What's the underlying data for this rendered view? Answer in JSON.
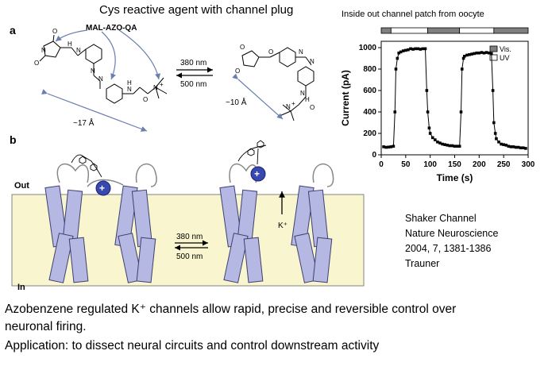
{
  "header": {
    "title": "Cys reactive agent with channel plug",
    "chart_subtitle": "Inside out channel patch from oocyte"
  },
  "panel_a": {
    "label": "a",
    "molecule_name": "MAL-AZO-QA",
    "forward_wavelength": "380 nm",
    "reverse_wavelength": "500 nm",
    "trans_length": "~17 Å",
    "cis_length": "~10 Å"
  },
  "panel_b": {
    "label": "b",
    "out_label": "Out",
    "in_label": "In",
    "forward_wavelength": "380 nm",
    "reverse_wavelength": "500 nm",
    "ion_label": "K⁺",
    "plug_charge": "+"
  },
  "citation": {
    "line1": "Shaker Channel",
    "line2": "Nature Neuroscience",
    "line3": "2004, 7, 1381-1386",
    "line4": "Trauner"
  },
  "caption": {
    "line1": "Azobenzene regulated K⁺ channels allow rapid, precise and reversible control over",
    "line2": "neuronal firing.",
    "line3": "Application: to dissect neural circuits and control downstream activity"
  },
  "colors": {
    "membrane": "#f8f5cf",
    "helix": "#b4b8e2",
    "helix_stroke": "#3d3f6e",
    "arrow_blue": "#6b7fae",
    "plug": "#3848b0"
  },
  "chart_data": {
    "type": "line",
    "xlabel": "Time (s)",
    "ylabel": "Current (pA)",
    "xlim": [
      0,
      300
    ],
    "ylim": [
      0,
      1000
    ],
    "xticks": [
      0,
      50,
      100,
      150,
      200,
      250,
      300
    ],
    "yticks": [
      0,
      200,
      400,
      600,
      800,
      1000
    ],
    "legend": [
      {
        "name": "Vis.",
        "color": "#808080"
      },
      {
        "name": "UV",
        "color": "#ffffff"
      }
    ],
    "light_bar": [
      {
        "state": "Vis.",
        "start": 0,
        "end": 20
      },
      {
        "state": "UV",
        "start": 20,
        "end": 95
      },
      {
        "state": "Vis.",
        "start": 95,
        "end": 160
      },
      {
        "state": "UV",
        "start": 160,
        "end": 230
      },
      {
        "state": "Vis.",
        "start": 230,
        "end": 300
      }
    ],
    "series": [
      {
        "x": [
          5,
          10,
          15,
          20,
          25,
          28,
          30,
          33,
          36,
          40,
          45,
          50,
          55,
          60,
          65,
          70,
          75,
          80,
          85,
          90,
          93,
          95,
          98,
          100,
          105,
          110,
          115,
          120,
          125,
          130,
          135,
          140,
          145,
          150,
          155,
          160,
          163,
          165,
          168,
          170,
          175,
          180,
          185,
          190,
          195,
          200,
          205,
          210,
          215,
          220,
          225,
          228,
          230,
          233,
          235,
          240,
          245,
          250,
          255,
          260,
          265,
          270,
          275,
          280,
          285,
          290,
          295
        ],
        "y": [
          75,
          70,
          72,
          75,
          80,
          400,
          800,
          900,
          950,
          960,
          970,
          975,
          980,
          990,
          985,
          990,
          990,
          985,
          990,
          990,
          600,
          400,
          250,
          200,
          160,
          140,
          120,
          110,
          100,
          95,
          90,
          85,
          85,
          80,
          80,
          80,
          400,
          800,
          900,
          920,
          930,
          935,
          940,
          945,
          950,
          950,
          955,
          950,
          955,
          950,
          945,
          600,
          300,
          200,
          150,
          120,
          100,
          95,
          90,
          80,
          75,
          75,
          70,
          70,
          65,
          65,
          60
        ]
      }
    ]
  }
}
